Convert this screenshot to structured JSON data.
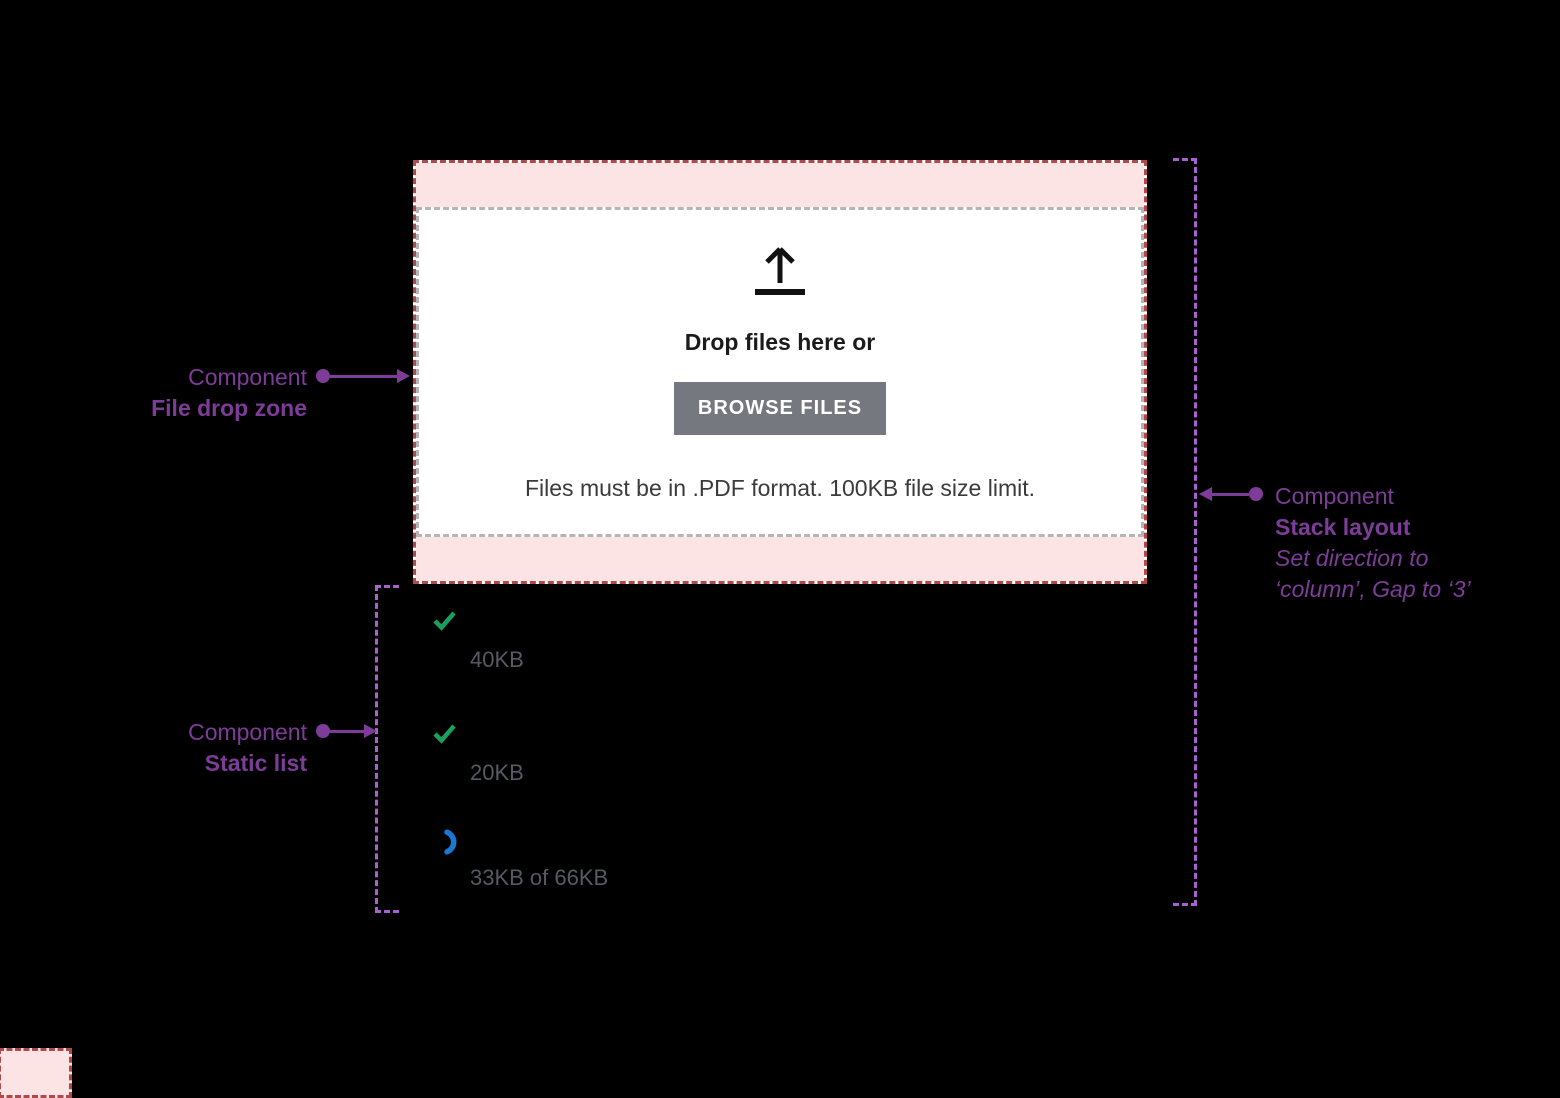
{
  "colors": {
    "annotation_purple": "#7d3c98",
    "bracket_purple": "#a961cf",
    "dropzone_pink": "#fce4e4",
    "dropzone_border_red": "#b04a4a",
    "inner_border_gray": "#b5b5b5",
    "button_gray": "#75787e",
    "success_green": "#1aa05c",
    "progress_blue": "#1878d2",
    "list_text_gray": "#565a63"
  },
  "dropzone": {
    "title": "Drop files here or",
    "button_label": "BROWSE FILES",
    "hint": "Files must be in .PDF format. 100KB file size limit."
  },
  "file_list": {
    "items": [
      {
        "status": "success",
        "size_label": "40KB"
      },
      {
        "status": "success",
        "size_label": "20KB"
      },
      {
        "status": "uploading",
        "size_label": "33KB of 66KB"
      }
    ]
  },
  "annotations": {
    "drop_zone": {
      "eyebrow": "Component",
      "title": "File drop zone"
    },
    "static_list": {
      "eyebrow": "Component",
      "title": "Static list"
    },
    "stack_layout": {
      "eyebrow": "Component",
      "title": "Stack layout",
      "note_line1": "Set direction to",
      "note_line2": "‘column’, Gap to ‘3’"
    }
  }
}
